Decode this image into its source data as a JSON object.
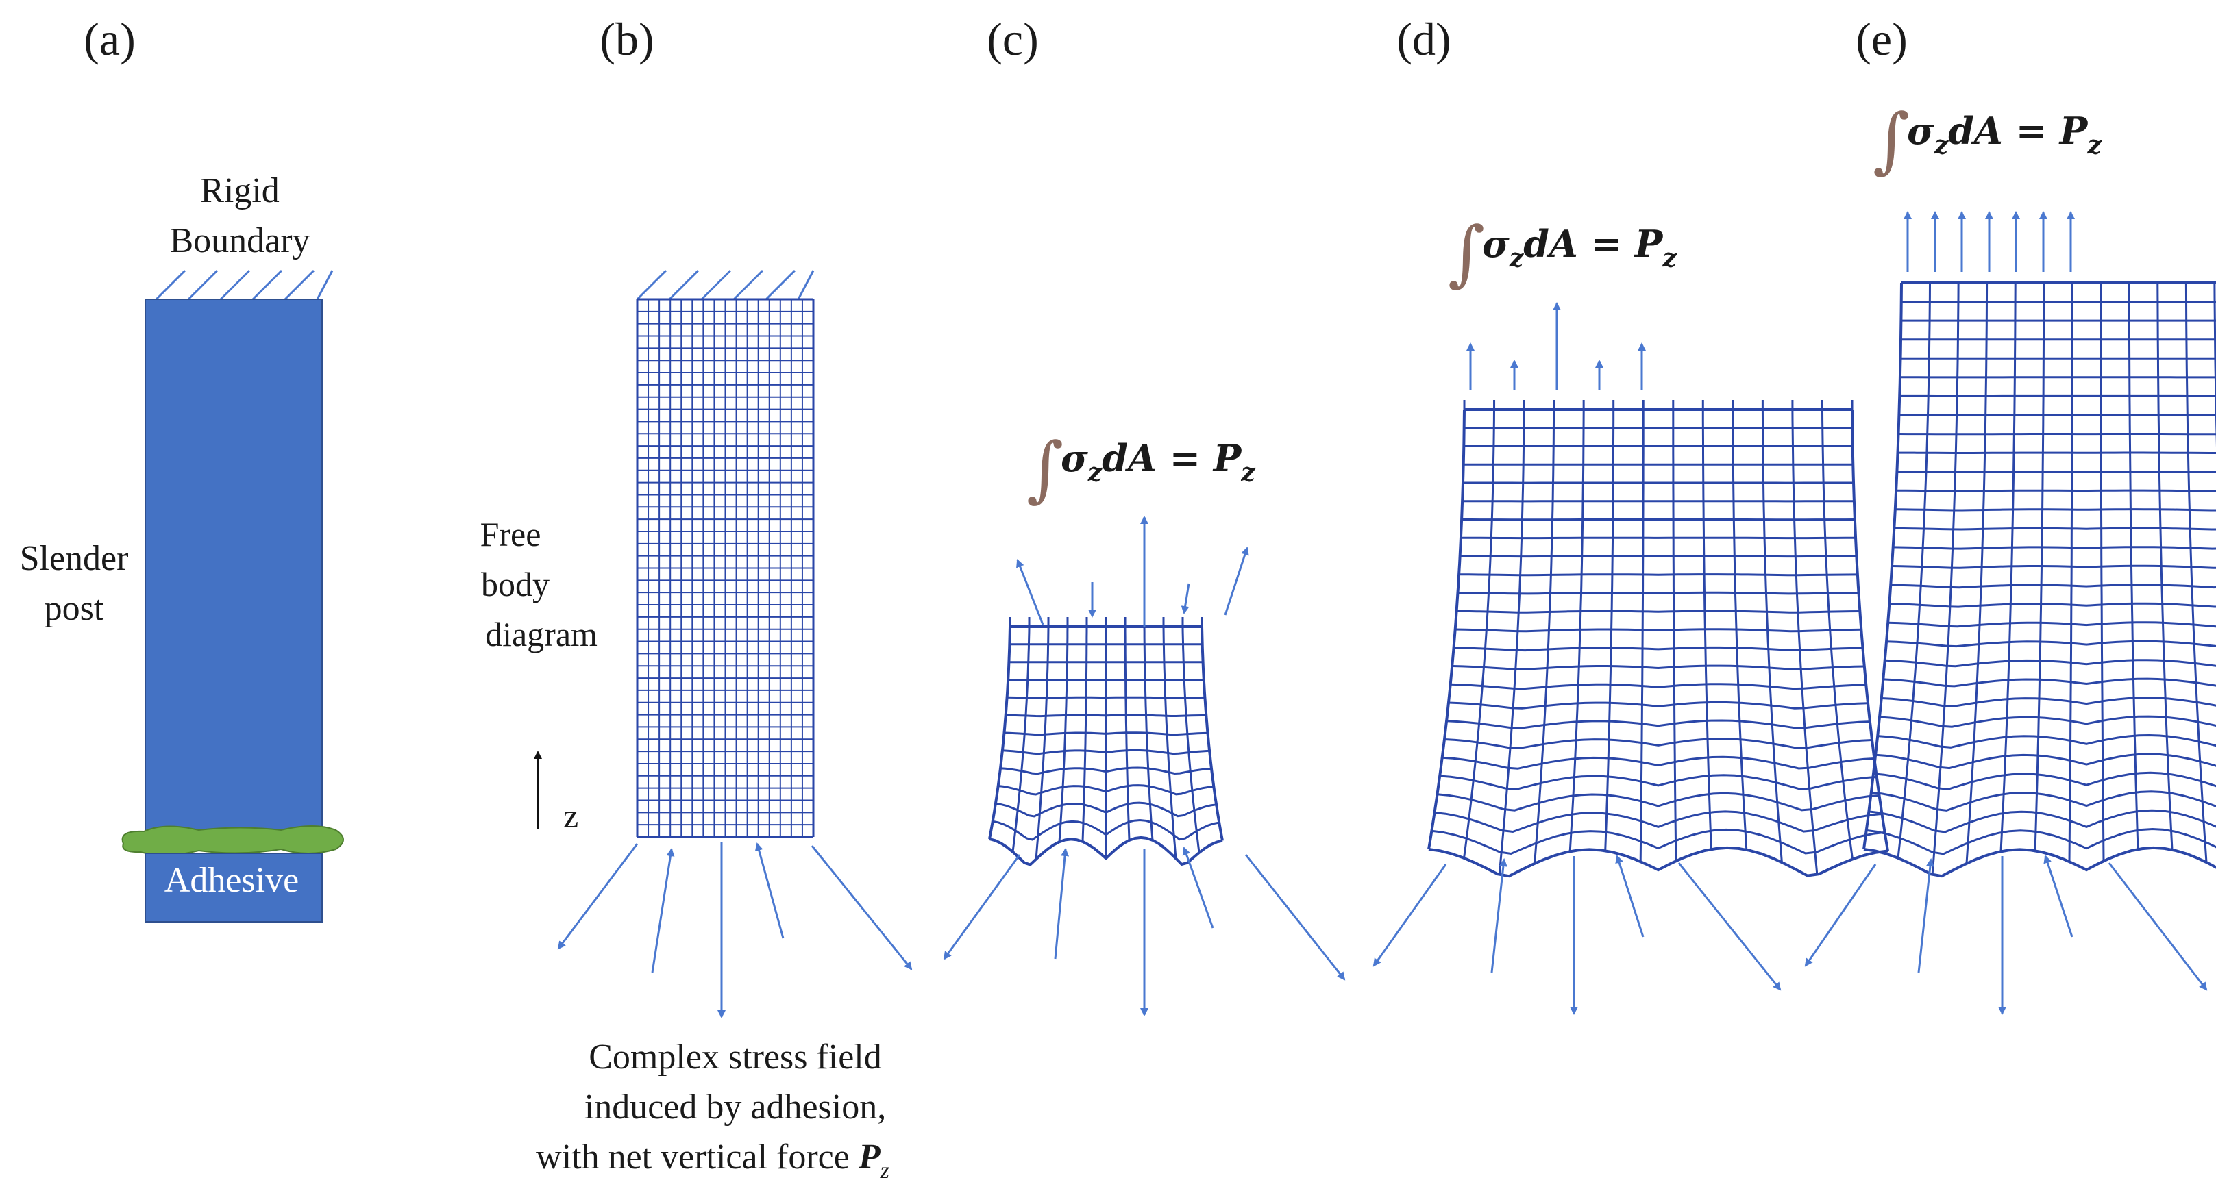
{
  "panels": [
    {
      "id": "a",
      "label": "(a)"
    },
    {
      "id": "b",
      "label": "(b)"
    },
    {
      "id": "c",
      "label": "(c)"
    },
    {
      "id": "d",
      "label": "(d)"
    },
    {
      "id": "e",
      "label": "(e)"
    }
  ],
  "panel_a": {
    "boundary_line1": "Rigid",
    "boundary_line2": "Boundary",
    "post_line1": "Slender",
    "post_line2": "post",
    "adhesive": "Adhesive",
    "post_color": "#4472c4",
    "adhesive_color": "#70ad47"
  },
  "panel_b": {
    "fbd_line1": "Free",
    "fbd_line2": "body",
    "fbd_line3": "diagram",
    "axis": "z",
    "caption_line1": "Complex stress field",
    "caption_line2": "induced by adhesion,",
    "caption_line3": "with net vertical force ",
    "caption_sym": "P",
    "caption_sub": "z"
  },
  "equation": {
    "integral": "∫",
    "sigma": "σ",
    "sigma_sub": "z",
    "dA": "dA = ",
    "P": "P",
    "P_sub": "z"
  }
}
